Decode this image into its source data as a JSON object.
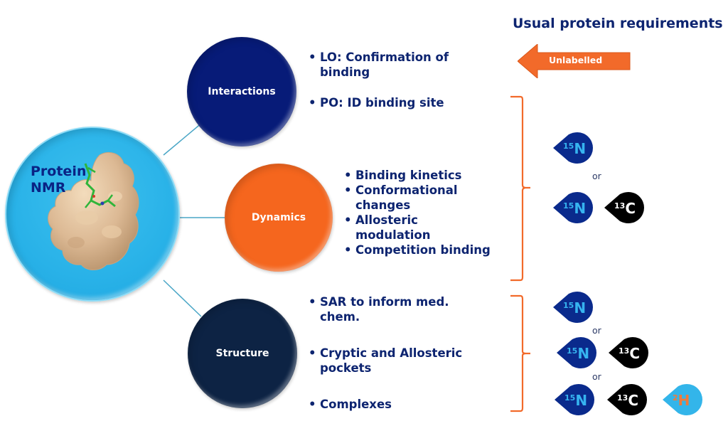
{
  "main_node": {
    "title_line1": "Protein",
    "title_line2": "NMR"
  },
  "nodes": [
    {
      "label": "Interactions",
      "color": "#071b78"
    },
    {
      "label": "Dynamics",
      "color": "#f5661e"
    },
    {
      "label": "Structure",
      "color": "#0d2344"
    }
  ],
  "interactions_bullets": [
    "LO: Confirmation of binding",
    "PO: ID binding site"
  ],
  "dynamics_bullets": [
    "Binding kinetics",
    "Conformational changes",
    "Allosteric modulation",
    "Competition binding"
  ],
  "structure_bullets": [
    "SAR to inform med. chem.",
    "Cryptic and Allosteric pockets",
    "Complexes"
  ],
  "requirements": {
    "title": "Usual protein requirements",
    "unlabelled_arrow": "Unlabelled",
    "or_label": "or",
    "isotopes": {
      "n15": {
        "mass": "15",
        "symbol": "N",
        "color": "#0a2a8c",
        "text_color": "#36b4f0"
      },
      "c13": {
        "mass": "13",
        "symbol": "C",
        "color": "#000000",
        "text_color": "#ffffff"
      },
      "h2": {
        "mass": "2",
        "symbol": "H",
        "color": "#33b5ea",
        "text_color": "#f07a3a"
      }
    }
  },
  "colors": {
    "accent_orange": "#f26a2a",
    "navy_text": "#0d2470",
    "connector": "#4aa6c6"
  }
}
